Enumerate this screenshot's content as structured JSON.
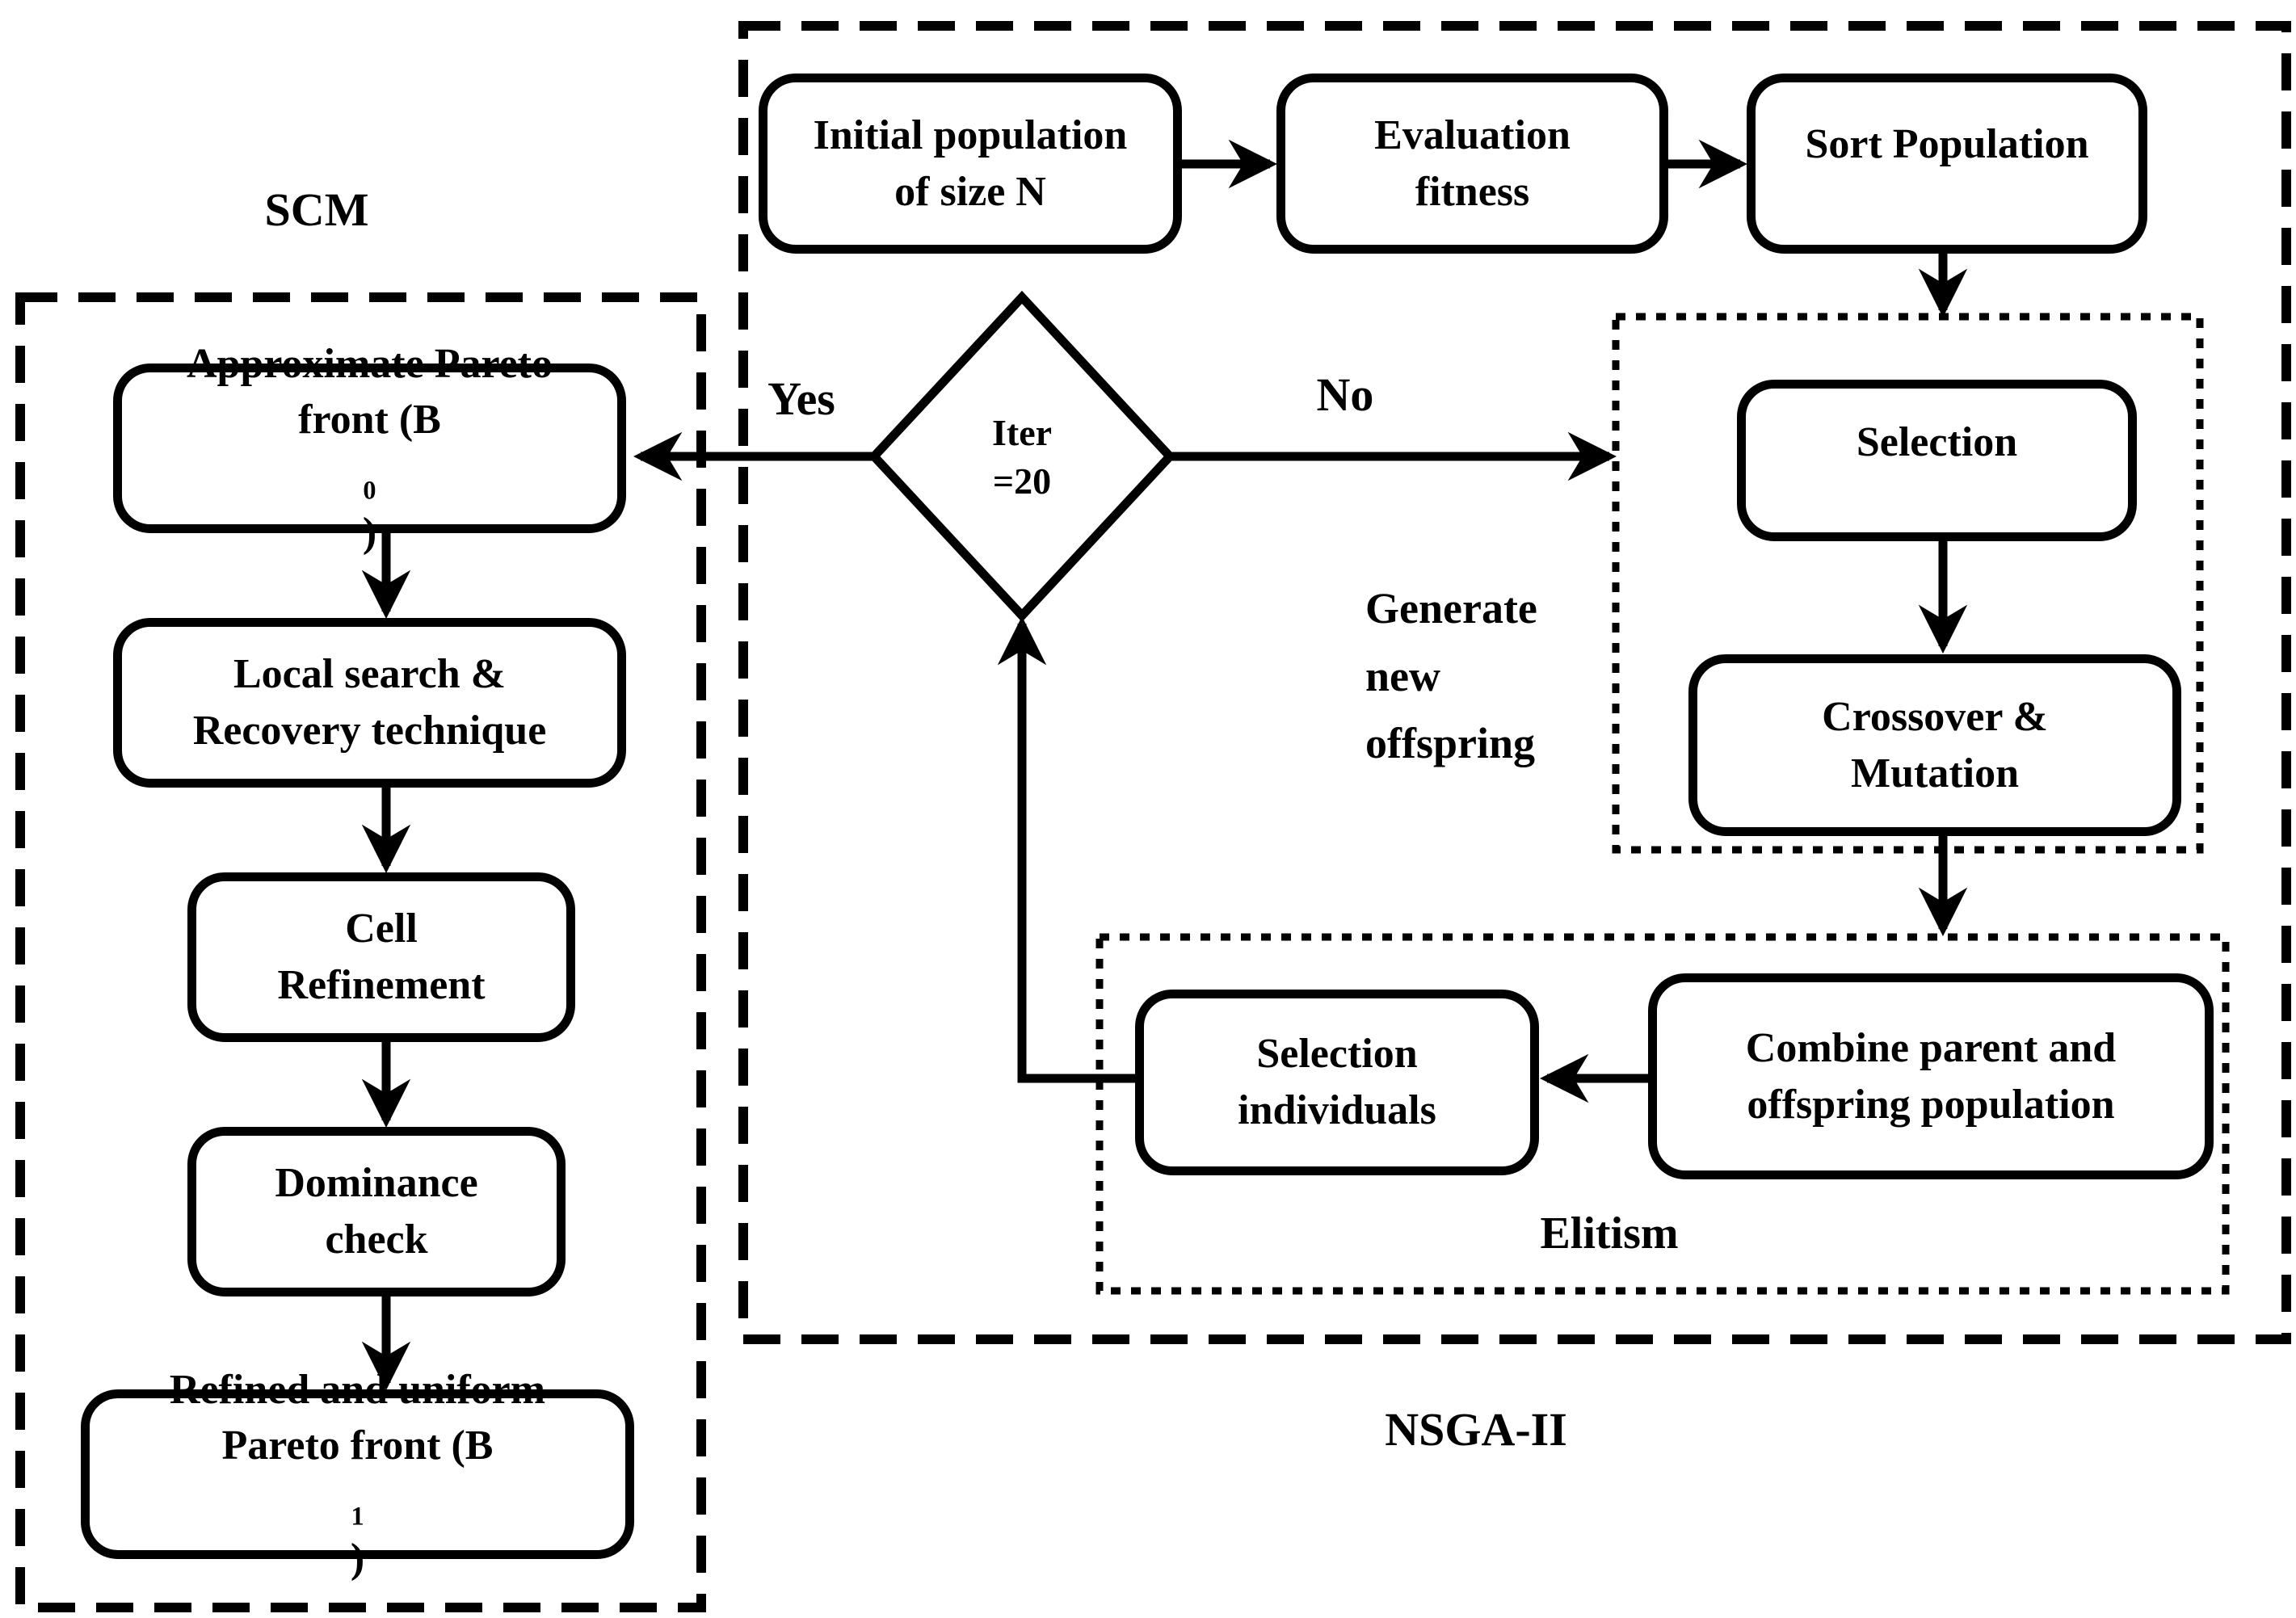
{
  "colors": {
    "ink": "#000000",
    "paper": "#ffffff"
  },
  "scm": {
    "title": "SCM",
    "boxes": [
      {
        "line1": "Approximate Pareto",
        "line2_pre": "front (B",
        "line2_sub": "0",
        "line2_post": ")"
      },
      {
        "line1": "Local search &",
        "line2": "Recovery technique"
      },
      {
        "line1": "Cell",
        "line2": "Refinement"
      },
      {
        "line1": "Dominance",
        "line2": "check"
      },
      {
        "line1": "Refined and uniform",
        "line2_pre": "Pareto front (B",
        "line2_sub": "1",
        "line2_post": ")"
      }
    ]
  },
  "nsga": {
    "title": "NSGA-II",
    "boxes": {
      "init": {
        "line1": "Initial population",
        "line2": "of size N"
      },
      "evaluation": {
        "line1": "Evaluation",
        "line2": "fitness"
      },
      "sort": {
        "line1": "Sort Population"
      },
      "selection": {
        "line1": "Selection"
      },
      "crossover": {
        "line1": "Crossover &",
        "line2": "Mutation"
      },
      "selection_individuals": {
        "line1": "Selection",
        "line2": "individuals"
      },
      "combine": {
        "line1": "Combine parent and",
        "line2": "offspring population"
      }
    }
  },
  "decision": {
    "line1": "Iter",
    "line2": "=20"
  },
  "edges": {
    "yes_label": "Yes",
    "no_label": "No"
  },
  "groups": {
    "generate": {
      "line1": "Generate",
      "line2": "new",
      "line3": "offspring"
    },
    "elitism": "Elitism"
  }
}
